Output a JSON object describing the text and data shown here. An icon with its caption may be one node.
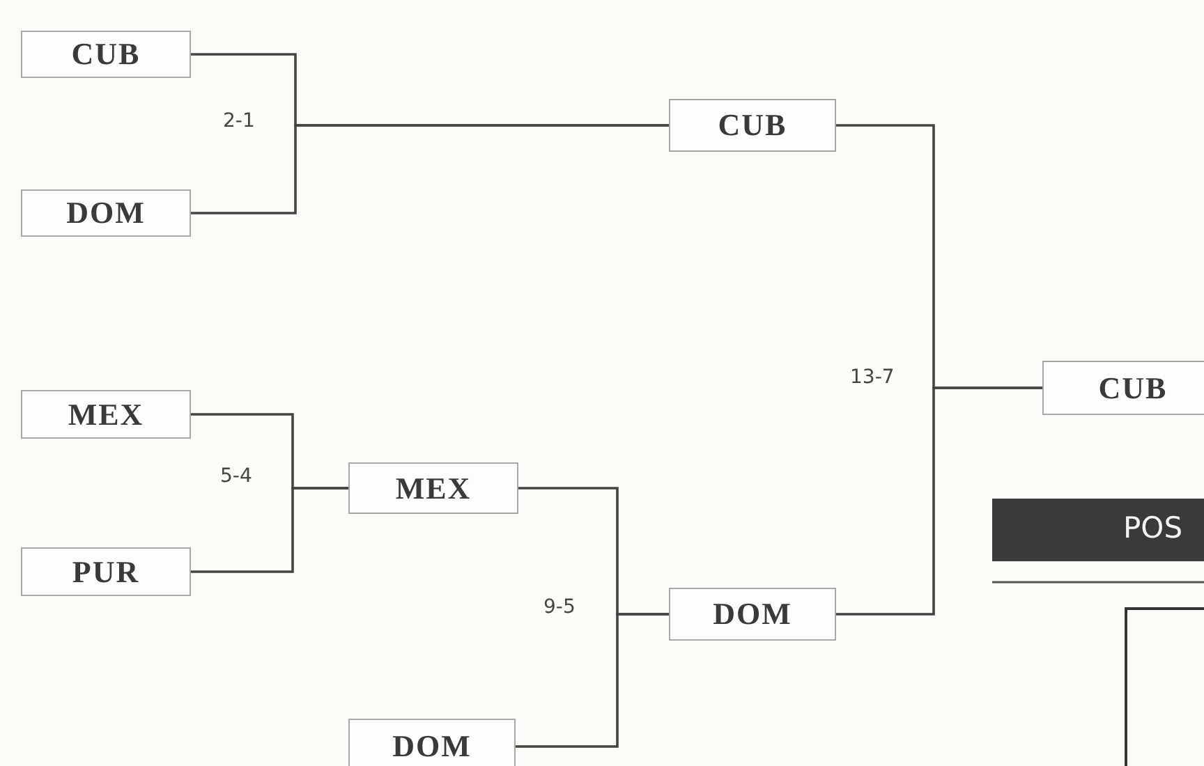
{
  "diagram": {
    "nodes": [
      {
        "text": [
          "CUB"
        ]
      },
      {
        "text": [
          "DOM"
        ]
      },
      {
        "text": [
          "CUB"
        ]
      },
      {
        "text": [
          "MEX"
        ]
      },
      {
        "text": [
          "PUR"
        ]
      },
      {
        "text": [
          "MEX"
        ]
      },
      {
        "text": [
          "DOM"
        ]
      },
      {
        "text": [
          "DOM"
        ]
      },
      {
        "text": [
          "CUB"
        ]
      }
    ],
    "edges": [
      {
        "from": 0,
        "to": 2,
        "arrow": "none"
      },
      {
        "from": 1,
        "to": 2,
        "arrow": "none"
      },
      {
        "from": 3,
        "to": 5,
        "arrow": "none"
      },
      {
        "from": 4,
        "to": 5,
        "arrow": "none"
      },
      {
        "from": 5,
        "to": 6,
        "arrow": "none"
      },
      {
        "from": 7,
        "to": 6,
        "arrow": "none"
      },
      {
        "from": 2,
        "to": 8,
        "arrow": "none"
      },
      {
        "from": 6,
        "to": 8,
        "arrow": "none"
      }
    ],
    "labels": [
      "2-1",
      "5-4",
      "9-5",
      "13-7",
      "POS"
    ]
  }
}
